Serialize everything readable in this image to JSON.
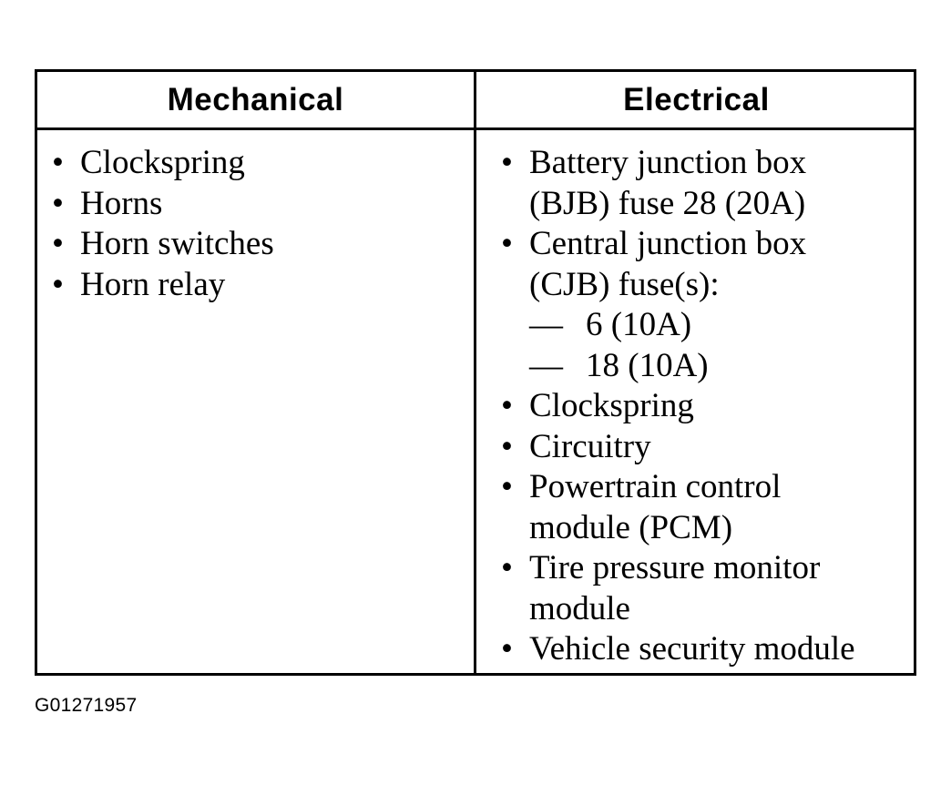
{
  "table": {
    "columns": [
      {
        "header": "Mechanical",
        "items": [
          {
            "lines": [
              "Clockspring"
            ]
          },
          {
            "lines": [
              "Horns"
            ]
          },
          {
            "lines": [
              "Horn switches"
            ]
          },
          {
            "lines": [
              "Horn relay"
            ]
          }
        ]
      },
      {
        "header": "Electrical",
        "items": [
          {
            "lines": [
              "Battery junction box",
              "(BJB) fuse 28 (20A)"
            ]
          },
          {
            "lines": [
              "Central junction box",
              "(CJB) fuse(s):"
            ],
            "subitems": [
              "6 (10A)",
              "18 (10A)"
            ]
          },
          {
            "lines": [
              "Clockspring"
            ]
          },
          {
            "lines": [
              "Circuitry"
            ]
          },
          {
            "lines": [
              "Powertrain control",
              "module (PCM)"
            ]
          },
          {
            "lines": [
              "Tire pressure monitor",
              "module"
            ]
          },
          {
            "lines": [
              "Vehicle security module"
            ]
          }
        ]
      }
    ],
    "bullet_glyph": "•",
    "dash_glyph": "—"
  },
  "figure_id": "G01271957"
}
